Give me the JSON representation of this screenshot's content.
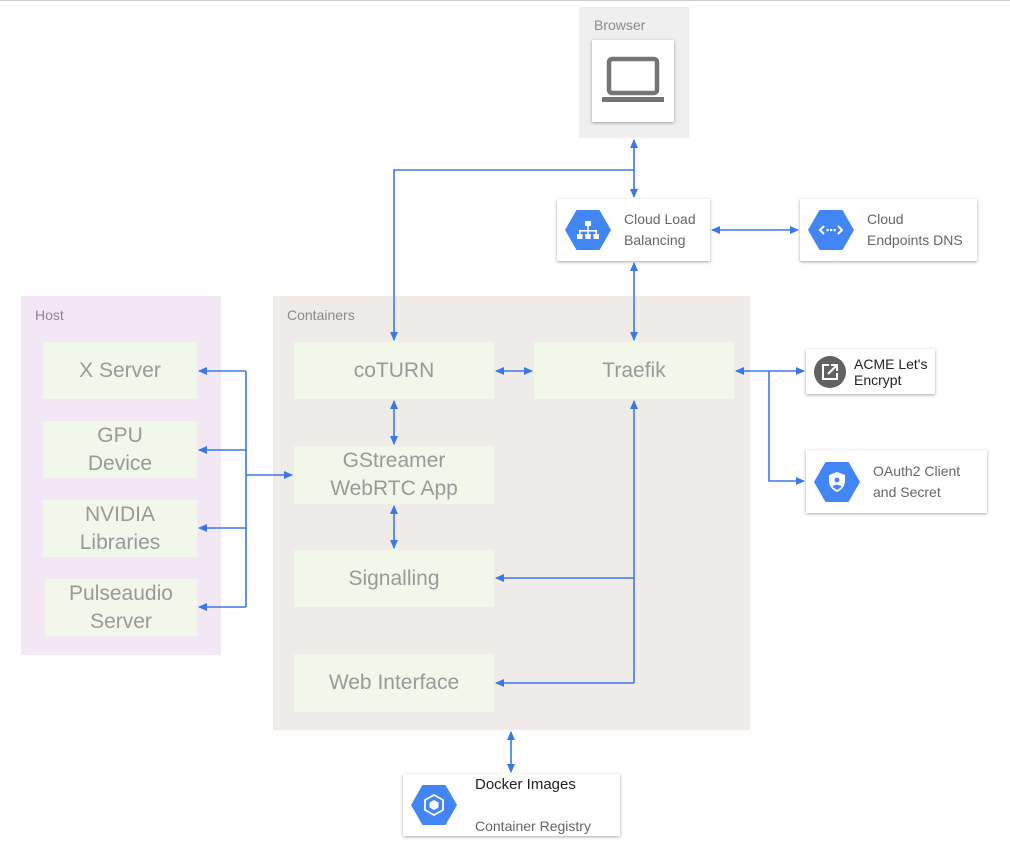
{
  "groups": {
    "host": "Host",
    "containers": "Containers",
    "browser": "Browser"
  },
  "host_boxes": {
    "x_server": "X Server",
    "gpu_device": "GPU\nDevice",
    "nvidia_libraries": "NVIDIA\nLibraries",
    "pulseaudio_server": "Pulseaudio\nServer"
  },
  "container_boxes": {
    "coturn": "coTURN",
    "traefik": "Traefik",
    "gstreamer": "GStreamer\nWebRTC App",
    "signalling": "Signalling",
    "web_interface": "Web Interface"
  },
  "cards": {
    "cloud_lb": "Cloud Load\nBalancing",
    "cloud_endpoints": "Cloud\nEndpoints DNS",
    "acme": "ACME Let's\nEncrypt",
    "oauth2": "OAuth2 Client\nand Secret",
    "docker_title": "Docker Images",
    "docker_subtitle": "Container Registry"
  },
  "icons": {
    "browser": "laptop-icon",
    "cloud_lb": "load-balancing-icon",
    "cloud_endpoints": "endpoints-icon",
    "acme": "external-link-icon",
    "oauth2": "shield-icon",
    "docker": "container-registry-icon"
  },
  "colors": {
    "arrow": "#3b78e7",
    "gcp_blue": "#4285f4",
    "host_bg": "#f3e6f5",
    "containers_bg": "#efebe9",
    "box_bg": "#f1f8e9",
    "acme_icon": "#616161"
  }
}
